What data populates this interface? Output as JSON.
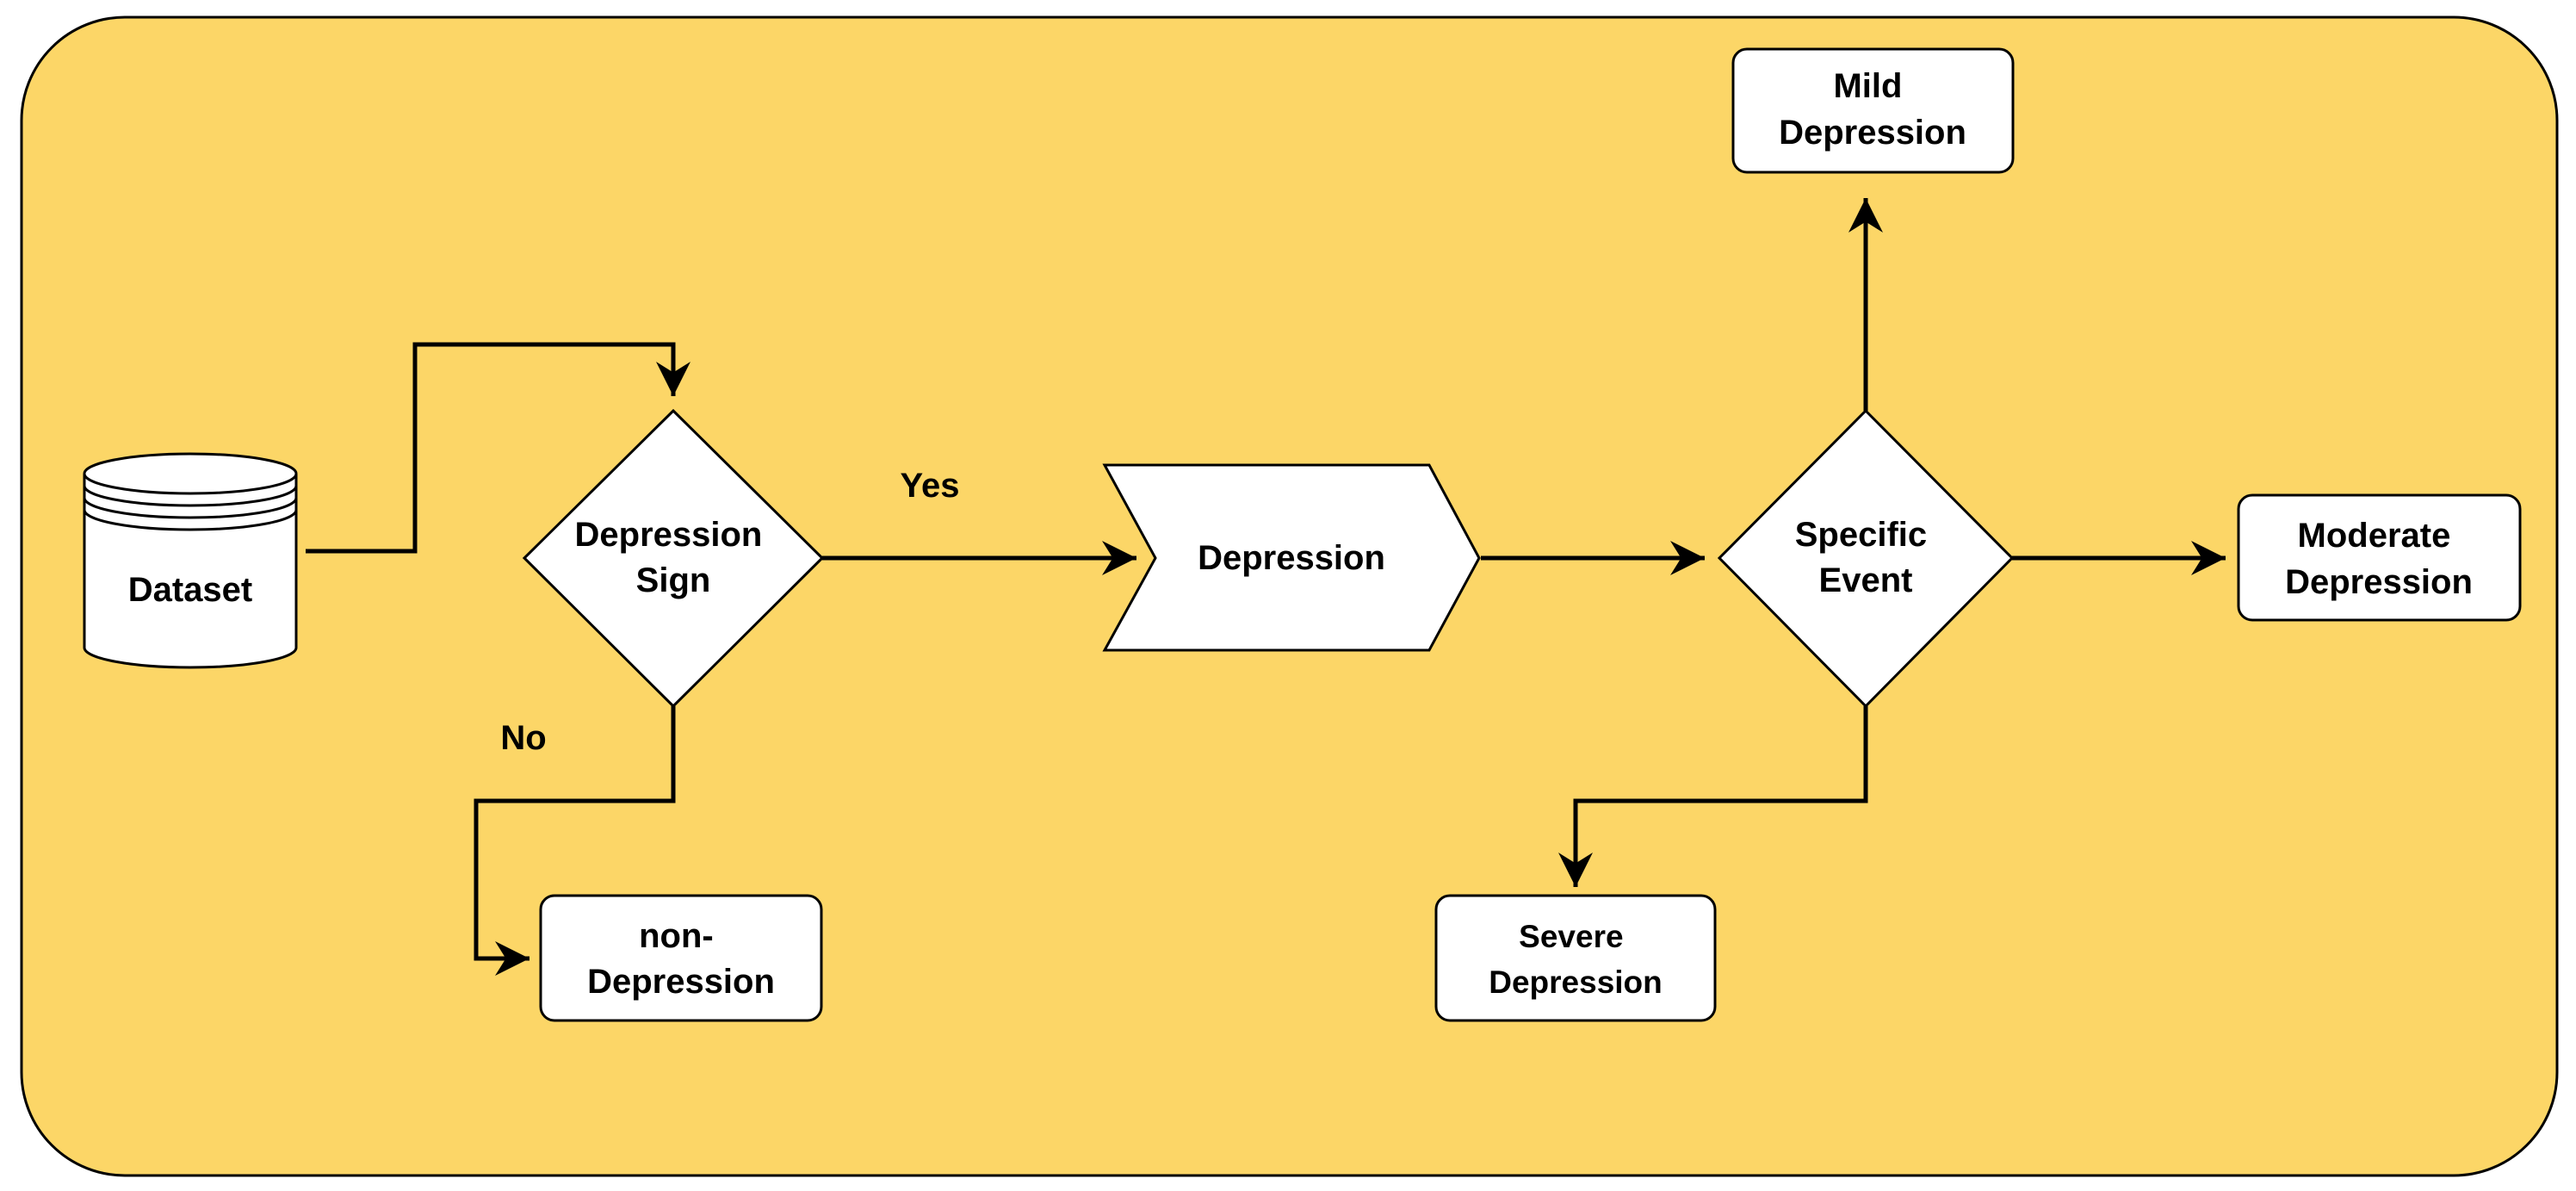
{
  "colors": {
    "background_panel": "#FCD667",
    "node_fill": "#FFFFFF",
    "stroke": "#000000"
  },
  "nodes": {
    "dataset": "Dataset",
    "depression_sign": [
      "Depression",
      "Sign"
    ],
    "depression": "Depression",
    "specific_event": [
      "Specific",
      "Event"
    ],
    "mild_depression": [
      "Mild",
      "Depression"
    ],
    "moderate_depression": [
      "Moderate",
      "Depression"
    ],
    "severe_depression": [
      "Severe",
      "Depression"
    ],
    "non_depression": [
      "non-",
      "Depression"
    ]
  },
  "edge_labels": {
    "yes": "Yes",
    "no": "No"
  },
  "icons": {
    "dataset": "database-cylinder-icon"
  }
}
